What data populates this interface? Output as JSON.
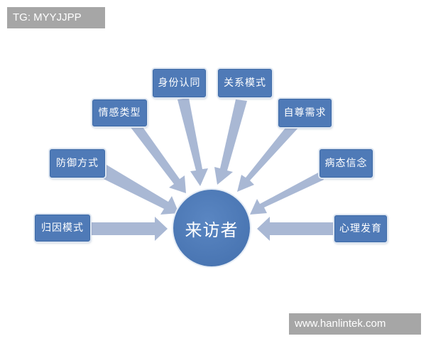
{
  "watermarks": {
    "top_left": "TG: MYYJJPP",
    "bottom_right": "www.hanlintek.com"
  },
  "diagram": {
    "center": {
      "label": "来访者"
    },
    "nodes": [
      {
        "id": "attribution",
        "label": "归因模式"
      },
      {
        "id": "defense",
        "label": "防御方式"
      },
      {
        "id": "emotion",
        "label": "情感类型"
      },
      {
        "id": "identity",
        "label": "身份认同"
      },
      {
        "id": "relationship",
        "label": "关系模式"
      },
      {
        "id": "self-esteem",
        "label": "自尊需求"
      },
      {
        "id": "pathological-belief",
        "label": "病态信念"
      },
      {
        "id": "psych-development",
        "label": "心理发育"
      }
    ],
    "colors": {
      "node_fill": "#4f7ab7",
      "center_fill": "#4a76b3",
      "arrow_fill": "#a9b8d4",
      "text": "#ffffff"
    }
  }
}
